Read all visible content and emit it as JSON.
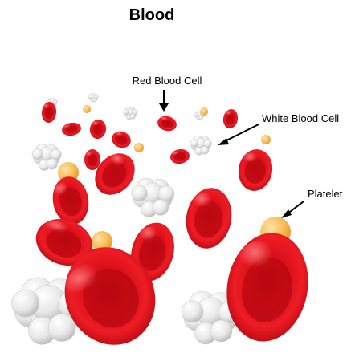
{
  "title": "Blood",
  "labels": {
    "red_blood_cell": "Red Blood Cell",
    "white_blood_cell": "White Blood Cell",
    "platelet": "Platelet"
  },
  "colors": {
    "red_cell": "#e3101a",
    "red_cell_dark": "#a8070d",
    "red_cell_light": "#ff4a4f",
    "white_cell": "#e6e6e6",
    "white_cell_shadow": "#bdbdbd",
    "platelet": "#f9b64a",
    "platelet_light": "#ffd98f"
  }
}
